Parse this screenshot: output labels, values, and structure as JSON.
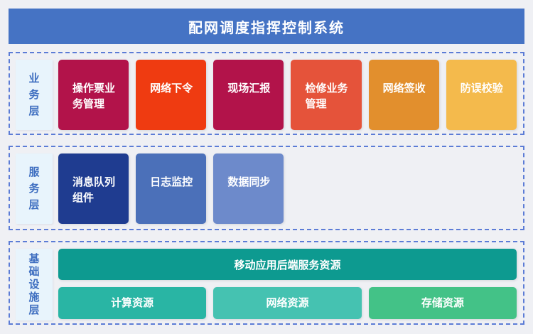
{
  "header": {
    "title": "配网调度指挥控制系统",
    "background": "#4573C4"
  },
  "canvas": {
    "page_background": "#EFF0F4",
    "dashed_border_color": "#5C7CD6",
    "layer_label_background": "#E8F4FC",
    "layer_label_text_color": "#3E6EC0"
  },
  "layers": [
    {
      "label": "业务层",
      "boxes": [
        {
          "label": "操作票业\n务管理",
          "color": "#B2134A"
        },
        {
          "label": "网络下令",
          "color": "#EF3B11"
        },
        {
          "label": "现场汇报",
          "color": "#B2134A"
        },
        {
          "label": "检修业务\n管理",
          "color": "#E5533A"
        },
        {
          "label": "网络签收",
          "color": "#E28F2D"
        },
        {
          "label": "防误校验",
          "color": "#F4BA4C"
        }
      ]
    },
    {
      "label": "服务层",
      "boxes": [
        {
          "label": "消息队列\n组件",
          "color": "#1F3C90"
        },
        {
          "label": "日志监控",
          "color": "#4B70B9"
        },
        {
          "label": "数据同步",
          "color": "#6D8ACB"
        }
      ]
    },
    {
      "label": "基础设施层",
      "wide_box": {
        "label": "移动应用后端服务资源",
        "color": "#0D9A90"
      },
      "boxes": [
        {
          "label": "计算资源",
          "color": "#29B5A4"
        },
        {
          "label": "网络资源",
          "color": "#45C2B1"
        },
        {
          "label": "存储资源",
          "color": "#43C287"
        }
      ]
    }
  ]
}
